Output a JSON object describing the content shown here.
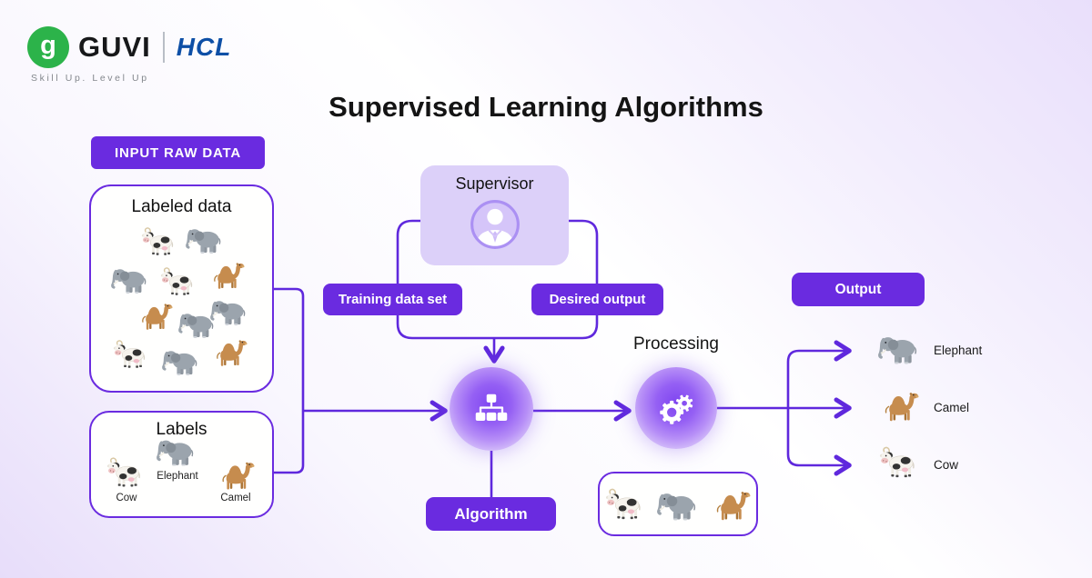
{
  "title": "Supervised Learning Algorithms",
  "logo": {
    "glyph": "g",
    "icon": "guvi-monogram-icon",
    "guvi": "GUVI",
    "hcl": "HCL",
    "tagline": "Skill Up. Level Up",
    "guvi_green": "#2cb34a",
    "hcl_blue": "#0d4fa6"
  },
  "colors": {
    "accent": "#6a2be0",
    "connector": "#5f28dd",
    "supervisor_fill": "#dcd0f9",
    "node_gradient_center": "#7f45f0",
    "node_gradient_edge": "#f0e7fd"
  },
  "input_section": {
    "badge": "INPUT RAW DATA",
    "labeled_data": {
      "title": "Labeled data",
      "animals": [
        "cow",
        "elephant",
        "elephant",
        "cow",
        "camel",
        "camel",
        "elephant",
        "elephant",
        "cow",
        "elephant",
        "camel"
      ]
    },
    "labels_box": {
      "title": "Labels",
      "items": [
        {
          "animal": "cow",
          "label": "Cow"
        },
        {
          "animal": "elephant",
          "label": "Elephant"
        },
        {
          "animal": "camel",
          "label": "Camel"
        }
      ]
    }
  },
  "supervisor": {
    "title": "Supervisor",
    "icon": "person-icon"
  },
  "flow": {
    "training_label": "Training data set",
    "desired_label": "Desired output",
    "algorithm_label": "Algorithm",
    "algorithm_icon": "sitemap-hierarchy-icon",
    "processing_label": "Processing",
    "processing_icon": "double-gears-icon",
    "output_label": "Output"
  },
  "sample_box": {
    "animals": [
      "cow",
      "elephant",
      "camel"
    ]
  },
  "output_section": {
    "items": [
      {
        "animal": "elephant",
        "label": "Elephant"
      },
      {
        "animal": "camel",
        "label": "Camel"
      },
      {
        "animal": "cow",
        "label": "Cow"
      }
    ]
  }
}
